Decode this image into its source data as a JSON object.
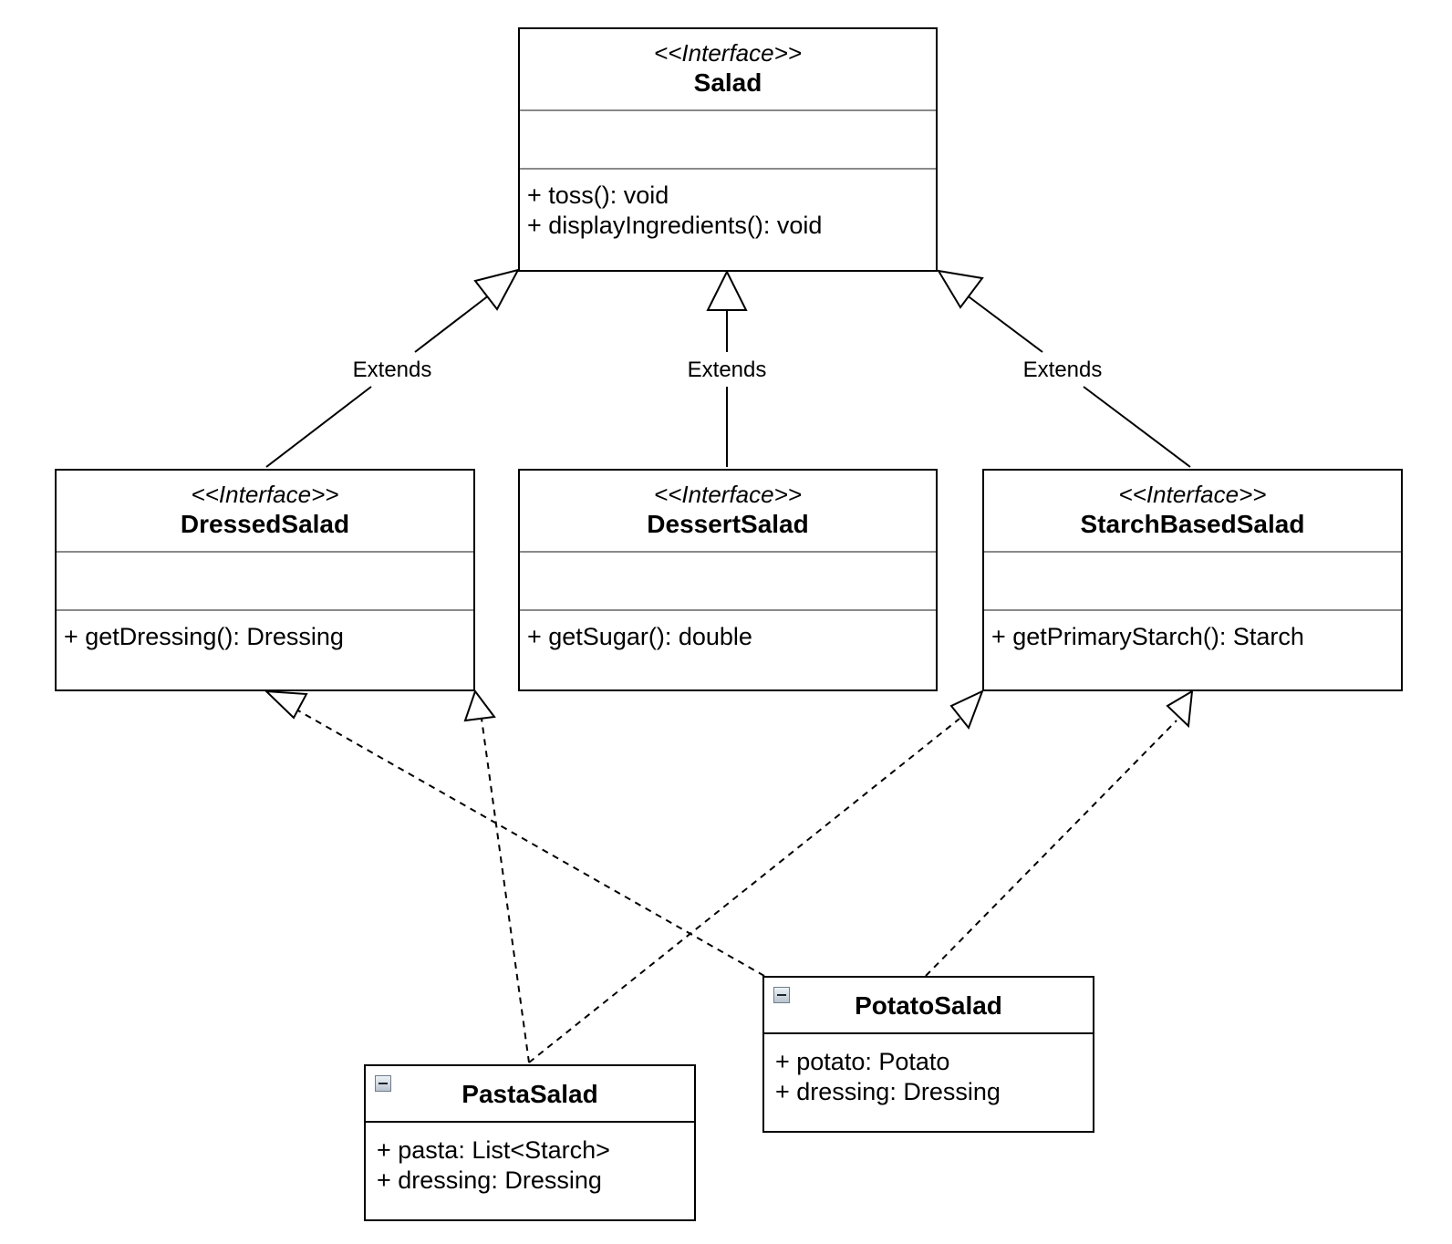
{
  "interfaces": {
    "salad": {
      "stereotype": "<<Interface>>",
      "name": "Salad",
      "operations": [
        "+ toss(): void",
        "+ displayIngredients(): void"
      ]
    },
    "dressed_salad": {
      "stereotype": "<<Interface>>",
      "name": "DressedSalad",
      "operations": [
        "+ getDressing(): Dressing"
      ]
    },
    "dessert_salad": {
      "stereotype": "<<Interface>>",
      "name": "DessertSalad",
      "operations": [
        "+ getSugar(): double"
      ]
    },
    "starch_based_salad": {
      "stereotype": "<<Interface>>",
      "name": "StarchBasedSalad",
      "operations": [
        "+ getPrimaryStarch(): Starch"
      ]
    }
  },
  "classes": {
    "pasta_salad": {
      "name": "PastaSalad",
      "attributes": [
        "+ pasta: List<Starch>",
        "+ dressing: Dressing"
      ]
    },
    "potato_salad": {
      "name": "PotatoSalad",
      "attributes": [
        "+ potato: Potato",
        "+ dressing: Dressing"
      ]
    }
  },
  "relations": {
    "extends_label": "Extends",
    "extends": [
      {
        "from": "DressedSalad",
        "to": "Salad",
        "label": "Extends"
      },
      {
        "from": "DessertSalad",
        "to": "Salad",
        "label": "Extends"
      },
      {
        "from": "StarchBasedSalad",
        "to": "Salad",
        "label": "Extends"
      }
    ],
    "implements": [
      {
        "from": "PastaSalad",
        "to": "DressedSalad"
      },
      {
        "from": "PastaSalad",
        "to": "StarchBasedSalad"
      },
      {
        "from": "PotatoSalad",
        "to": "DressedSalad"
      },
      {
        "from": "PotatoSalad",
        "to": "StarchBasedSalad"
      }
    ]
  }
}
